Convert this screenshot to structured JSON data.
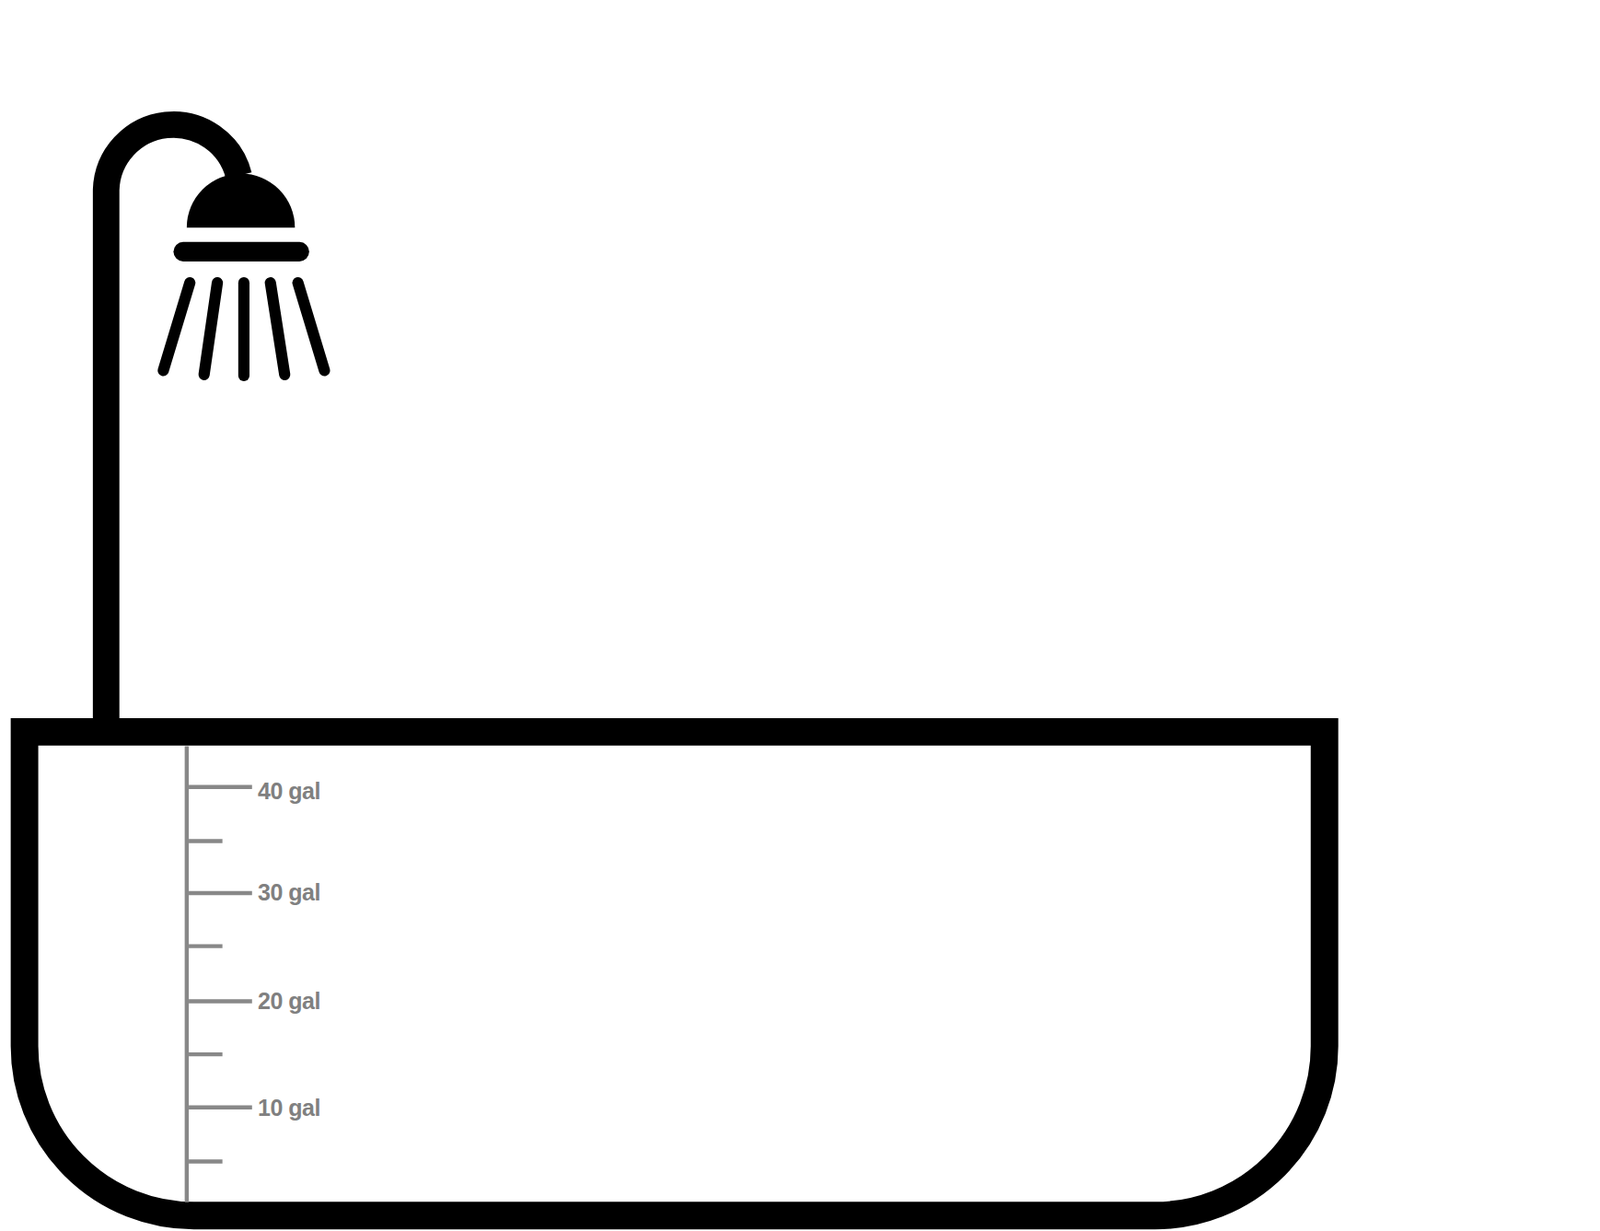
{
  "diagram": {
    "labels": [
      "40 gal",
      "30 gal",
      "20 gal",
      "10 gal"
    ]
  }
}
